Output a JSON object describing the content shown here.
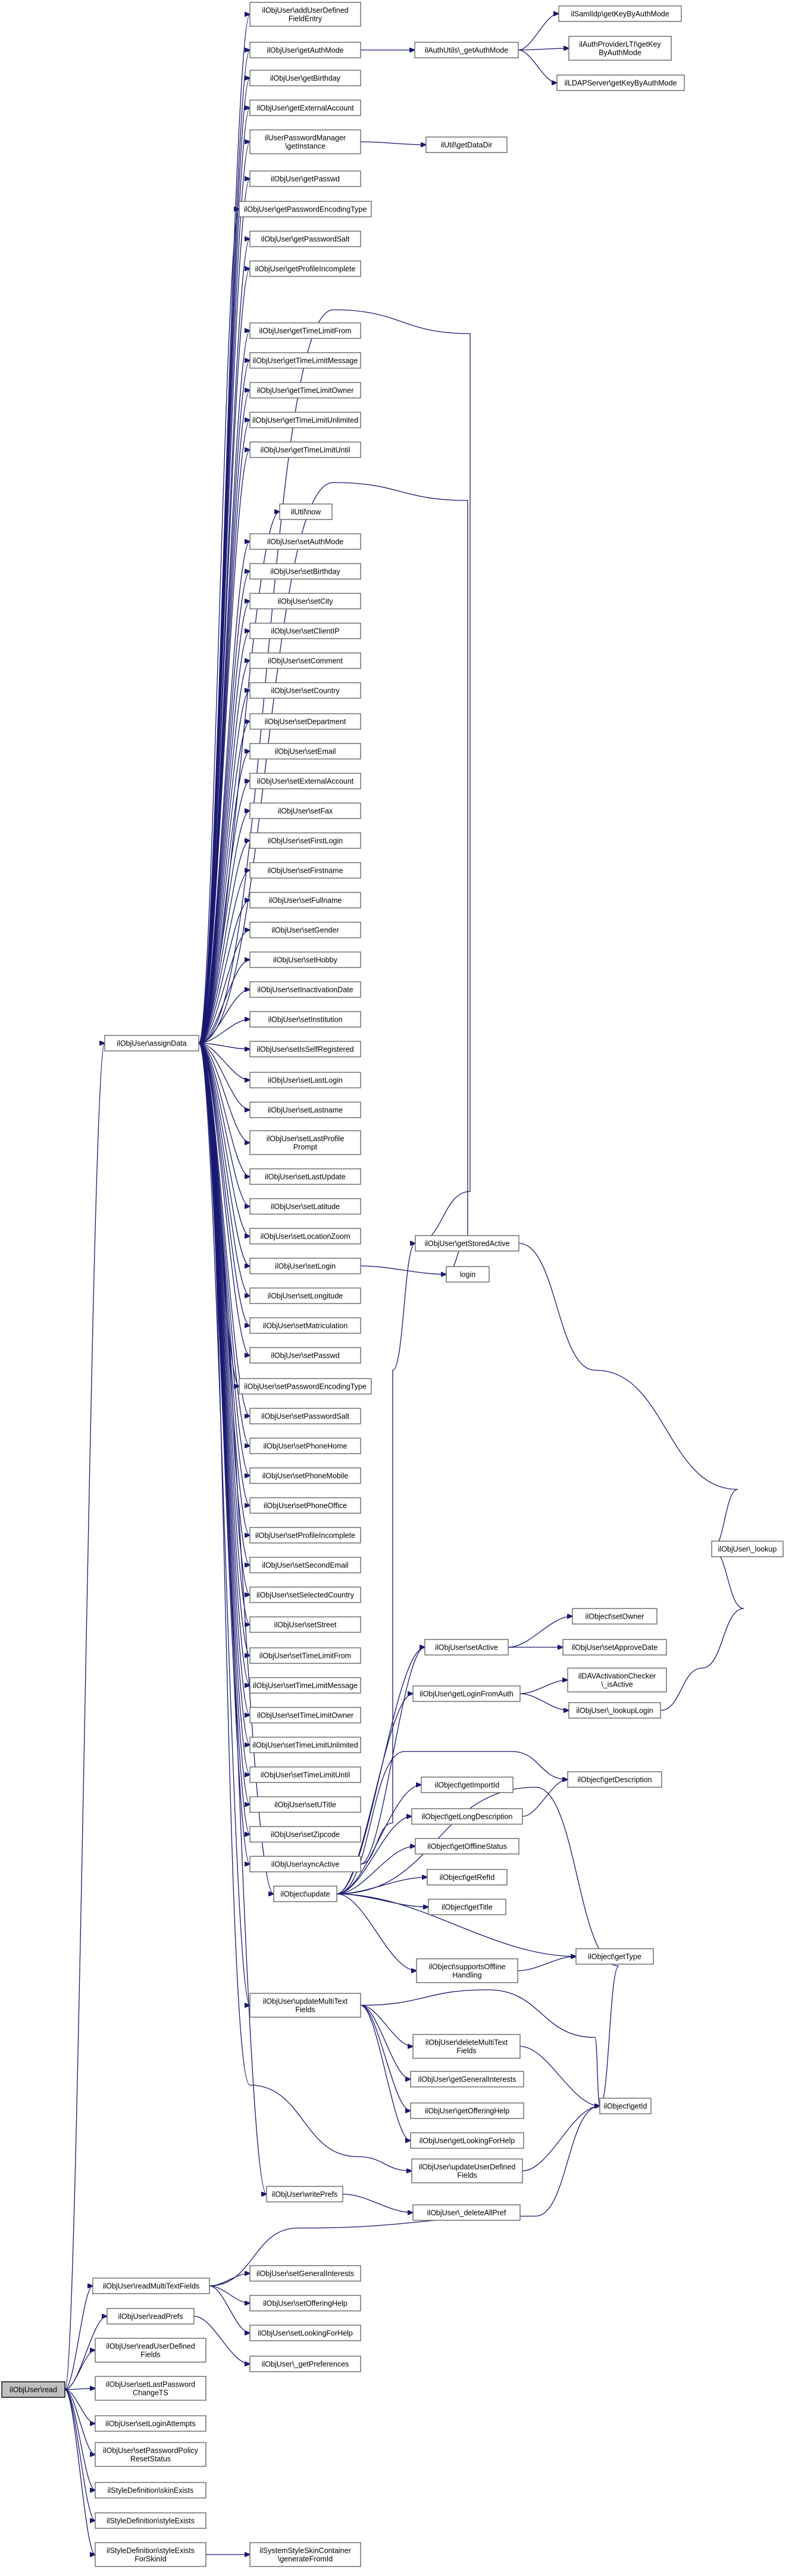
{
  "graph": {
    "colors": {
      "edge": "#191970",
      "node_border": "#666666",
      "root_fill": "#bfbfbf",
      "node_fill": "#ffffff"
    },
    "nodes": [
      {
        "id": "read",
        "lines": [
          "ilObjUser\\read"
        ],
        "root": true
      },
      {
        "id": "assignData",
        "lines": [
          "ilObjUser\\assignData"
        ]
      },
      {
        "id": "addUserDefinedFieldEntry",
        "lines": [
          "ilObjUser\\addUserDefined",
          "FieldEntry"
        ]
      },
      {
        "id": "getAuthMode",
        "lines": [
          "ilObjUser\\getAuthMode"
        ]
      },
      {
        "id": "authUtilsGetAuthMode",
        "lines": [
          "ilAuthUtils\\_getAuthMode"
        ]
      },
      {
        "id": "samlKey",
        "lines": [
          "ilSamlIdp\\getKeyByAuthMode"
        ]
      },
      {
        "id": "authProviderKey",
        "lines": [
          "ilAuthProviderLTI\\getKey",
          "ByAuthMode"
        ]
      },
      {
        "id": "ldapKey",
        "lines": [
          "ilLDAPServer\\getKeyByAuthMode"
        ]
      },
      {
        "id": "getBirthday",
        "lines": [
          "ilObjUser\\getBirthday"
        ]
      },
      {
        "id": "getExternalAccount",
        "lines": [
          "ilObjUser\\getExternalAccount"
        ]
      },
      {
        "id": "pwManagerGetInstance",
        "lines": [
          "ilUserPasswordManager",
          "\\getInstance"
        ]
      },
      {
        "id": "utilGetDataDir",
        "lines": [
          "ilUtil\\getDataDir"
        ]
      },
      {
        "id": "getPasswd",
        "lines": [
          "ilObjUser\\getPasswd"
        ]
      },
      {
        "id": "getPasswordEncodingType",
        "lines": [
          "ilObjUser\\getPasswordEncodingType"
        ]
      },
      {
        "id": "getPasswordSalt",
        "lines": [
          "ilObjUser\\getPasswordSalt"
        ]
      },
      {
        "id": "getProfileIncomplete",
        "lines": [
          "ilObjUser\\getProfileIncomplete"
        ]
      },
      {
        "id": "getTimeLimitFrom",
        "lines": [
          "ilObjUser\\getTimeLimitFrom"
        ]
      },
      {
        "id": "getTimeLimitMessage",
        "lines": [
          "ilObjUser\\getTimeLimitMessage"
        ]
      },
      {
        "id": "getTimeLimitOwner",
        "lines": [
          "ilObjUser\\getTimeLimitOwner"
        ]
      },
      {
        "id": "getTimeLimitUnlimited",
        "lines": [
          "ilObjUser\\getTimeLimitUnlimited"
        ]
      },
      {
        "id": "getTimeLimitUntil",
        "lines": [
          "ilObjUser\\getTimeLimitUntil"
        ]
      },
      {
        "id": "utilNow",
        "lines": [
          "ilUtil\\now"
        ]
      },
      {
        "id": "setAuthMode",
        "lines": [
          "ilObjUser\\setAuthMode"
        ]
      },
      {
        "id": "setBirthday",
        "lines": [
          "ilObjUser\\setBirthday"
        ]
      },
      {
        "id": "setCity",
        "lines": [
          "ilObjUser\\setCity"
        ]
      },
      {
        "id": "setClientIP",
        "lines": [
          "ilObjUser\\setClientIP"
        ]
      },
      {
        "id": "setComment",
        "lines": [
          "ilObjUser\\setComment"
        ]
      },
      {
        "id": "setCountry",
        "lines": [
          "ilObjUser\\setCountry"
        ]
      },
      {
        "id": "setDepartment",
        "lines": [
          "ilObjUser\\setDepartment"
        ]
      },
      {
        "id": "setEmail",
        "lines": [
          "ilObjUser\\setEmail"
        ]
      },
      {
        "id": "setExternalAccount",
        "lines": [
          "ilObjUser\\setExternalAccount"
        ]
      },
      {
        "id": "setFax",
        "lines": [
          "ilObjUser\\setFax"
        ]
      },
      {
        "id": "setFirstLogin",
        "lines": [
          "ilObjUser\\setFirstLogin"
        ]
      },
      {
        "id": "setFirstname",
        "lines": [
          "ilObjUser\\setFirstname"
        ]
      },
      {
        "id": "setFullname",
        "lines": [
          "ilObjUser\\setFullname"
        ]
      },
      {
        "id": "setGender",
        "lines": [
          "ilObjUser\\setGender"
        ]
      },
      {
        "id": "setHobby",
        "lines": [
          "ilObjUser\\setHobby"
        ]
      },
      {
        "id": "setInactivationDate",
        "lines": [
          "ilObjUser\\setInactivationDate"
        ]
      },
      {
        "id": "setInstitution",
        "lines": [
          "ilObjUser\\setInstitution"
        ]
      },
      {
        "id": "setIsSelfRegistered",
        "lines": [
          "ilObjUser\\setIsSelfRegistered"
        ]
      },
      {
        "id": "setLastLogin",
        "lines": [
          "ilObjUser\\setLastLogin"
        ]
      },
      {
        "id": "setLastname",
        "lines": [
          "ilObjUser\\setLastname"
        ]
      },
      {
        "id": "setLastProfilePrompt",
        "lines": [
          "ilObjUser\\setLastProfile",
          "Prompt"
        ]
      },
      {
        "id": "setLastUpdate",
        "lines": [
          "ilObjUser\\setLastUpdate"
        ]
      },
      {
        "id": "setLatitude",
        "lines": [
          "ilObjUser\\setLatitude"
        ]
      },
      {
        "id": "setLocationZoom",
        "lines": [
          "ilObjUser\\setLocationZoom"
        ]
      },
      {
        "id": "setLogin",
        "lines": [
          "ilObjUser\\setLogin"
        ]
      },
      {
        "id": "setLongitude",
        "lines": [
          "ilObjUser\\setLongitude"
        ]
      },
      {
        "id": "setMatriculation",
        "lines": [
          "ilObjUser\\setMatriculation"
        ]
      },
      {
        "id": "setPasswd",
        "lines": [
          "ilObjUser\\setPasswd"
        ]
      },
      {
        "id": "setPasswordEncodingType",
        "lines": [
          "ilObjUser\\setPasswordEncodingType"
        ]
      },
      {
        "id": "setPasswordSalt",
        "lines": [
          "ilObjUser\\setPasswordSalt"
        ]
      },
      {
        "id": "setPhoneHome",
        "lines": [
          "ilObjUser\\setPhoneHome"
        ]
      },
      {
        "id": "setPhoneMobile",
        "lines": [
          "ilObjUser\\setPhoneMobile"
        ]
      },
      {
        "id": "setPhoneOffice",
        "lines": [
          "ilObjUser\\setPhoneOffice"
        ]
      },
      {
        "id": "setProfileIncomplete",
        "lines": [
          "ilObjUser\\setProfileIncomplete"
        ]
      },
      {
        "id": "setSecondEmail",
        "lines": [
          "ilObjUser\\setSecondEmail"
        ]
      },
      {
        "id": "setSelectedCountry",
        "lines": [
          "ilObjUser\\setSelectedCountry"
        ]
      },
      {
        "id": "setStreet",
        "lines": [
          "ilObjUser\\setStreet"
        ]
      },
      {
        "id": "setTimeLimitFrom",
        "lines": [
          "ilObjUser\\setTimeLimitFrom"
        ]
      },
      {
        "id": "setTimeLimitMessage",
        "lines": [
          "ilObjUser\\setTimeLimitMessage"
        ]
      },
      {
        "id": "setTimeLimitOwner",
        "lines": [
          "ilObjUser\\setTimeLimitOwner"
        ]
      },
      {
        "id": "setTimeLimitUnlimited",
        "lines": [
          "ilObjUser\\setTimeLimitUnlimited"
        ]
      },
      {
        "id": "setTimeLimitUntil",
        "lines": [
          "ilObjUser\\setTimeLimitUntil"
        ]
      },
      {
        "id": "setUTitle",
        "lines": [
          "ilObjUser\\setUTitle"
        ]
      },
      {
        "id": "setZipcode",
        "lines": [
          "ilObjUser\\setZipcode"
        ]
      },
      {
        "id": "syncActive",
        "lines": [
          "ilObjUser\\syncActive"
        ]
      },
      {
        "id": "objUpdate",
        "lines": [
          "ilObject\\update"
        ]
      },
      {
        "id": "updateMultiTextFields",
        "lines": [
          "ilObjUser\\updateMultiText",
          "Fields"
        ]
      },
      {
        "id": "writePrefs",
        "lines": [
          "ilObjUser\\writePrefs"
        ]
      },
      {
        "id": "getStoredActive",
        "lines": [
          "ilObjUser\\getStoredActive"
        ]
      },
      {
        "id": "login",
        "lines": [
          "login"
        ]
      },
      {
        "id": "lookup",
        "lines": [
          "ilObjUser\\_lookup"
        ]
      },
      {
        "id": "setActive",
        "lines": [
          "ilObjUser\\setActive"
        ]
      },
      {
        "id": "setOwner",
        "lines": [
          "ilObject\\setOwner"
        ]
      },
      {
        "id": "setApproveDate",
        "lines": [
          "ilObjUser\\setApproveDate"
        ]
      },
      {
        "id": "getLoginFromAuth",
        "lines": [
          "ilObjUser\\getLoginFromAuth"
        ]
      },
      {
        "id": "davIsActive",
        "lines": [
          "ilDAVActivationChecker",
          "\\_isActive"
        ]
      },
      {
        "id": "lookupLogin",
        "lines": [
          "ilObjUser\\_lookupLogin"
        ]
      },
      {
        "id": "getImportId",
        "lines": [
          "ilObject\\getImportId"
        ]
      },
      {
        "id": "getDescription",
        "lines": [
          "ilObject\\getDescription"
        ]
      },
      {
        "id": "getLongDescription",
        "lines": [
          "ilObject\\getLongDescription"
        ]
      },
      {
        "id": "getOfflineStatus",
        "lines": [
          "ilObject\\getOfflineStatus"
        ]
      },
      {
        "id": "getRefId",
        "lines": [
          "ilObject\\getRefId"
        ]
      },
      {
        "id": "getTitle",
        "lines": [
          "ilObject\\getTitle"
        ]
      },
      {
        "id": "supportsOfflineHandling",
        "lines": [
          "ilObject\\supportsOffline",
          "Handling"
        ]
      },
      {
        "id": "getType",
        "lines": [
          "ilObject\\getType"
        ]
      },
      {
        "id": "deleteMultiTextFields",
        "lines": [
          "ilObjUser\\deleteMultiText",
          "Fields"
        ]
      },
      {
        "id": "getGeneralInterests",
        "lines": [
          "ilObjUser\\getGeneralInterests"
        ]
      },
      {
        "id": "getOfferingHelp",
        "lines": [
          "ilObjUser\\getOfferingHelp"
        ]
      },
      {
        "id": "getLookingForHelp",
        "lines": [
          "ilObjUser\\getLookingForHelp"
        ]
      },
      {
        "id": "updateUserDefinedFields",
        "lines": [
          "ilObjUser\\updateUserDefined",
          "Fields"
        ]
      },
      {
        "id": "getId",
        "lines": [
          "ilObject\\getId"
        ]
      },
      {
        "id": "deleteAllPref",
        "lines": [
          "ilObjUser\\_deleteAllPref"
        ]
      },
      {
        "id": "readMultiTextFields",
        "lines": [
          "ilObjUser\\readMultiTextFields"
        ]
      },
      {
        "id": "setGeneralInterests",
        "lines": [
          "ilObjUser\\setGeneralInterests"
        ]
      },
      {
        "id": "setOfferingHelp",
        "lines": [
          "ilObjUser\\setOfferingHelp"
        ]
      },
      {
        "id": "setLookingForHelp",
        "lines": [
          "ilObjUser\\setLookingForHelp"
        ]
      },
      {
        "id": "readPrefs",
        "lines": [
          "ilObjUser\\readPrefs"
        ]
      },
      {
        "id": "getPreferences",
        "lines": [
          "ilObjUser\\_getPreferences"
        ]
      },
      {
        "id": "readUserDefinedFields",
        "lines": [
          "ilObjUser\\readUserDefined",
          "Fields"
        ]
      },
      {
        "id": "setLastPasswordChangeTS",
        "lines": [
          "ilObjUser\\setLastPassword",
          "ChangeTS"
        ]
      },
      {
        "id": "setLoginAttempts",
        "lines": [
          "ilObjUser\\setLoginAttempts"
        ]
      },
      {
        "id": "setPasswordPolicyResetStatus",
        "lines": [
          "ilObjUser\\setPasswordPolicy",
          "ResetStatus"
        ]
      },
      {
        "id": "skinExists",
        "lines": [
          "ilStyleDefinition\\skinExists"
        ]
      },
      {
        "id": "styleExists",
        "lines": [
          "ilStyleDefinition\\styleExists"
        ]
      },
      {
        "id": "styleExistsForSkinId",
        "lines": [
          "ilStyleDefinition\\styleExists",
          "ForSkinId"
        ]
      },
      {
        "id": "generateFromId",
        "lines": [
          "ilSystemStyleSkinContainer",
          "\\generateFromId"
        ]
      }
    ]
  }
}
